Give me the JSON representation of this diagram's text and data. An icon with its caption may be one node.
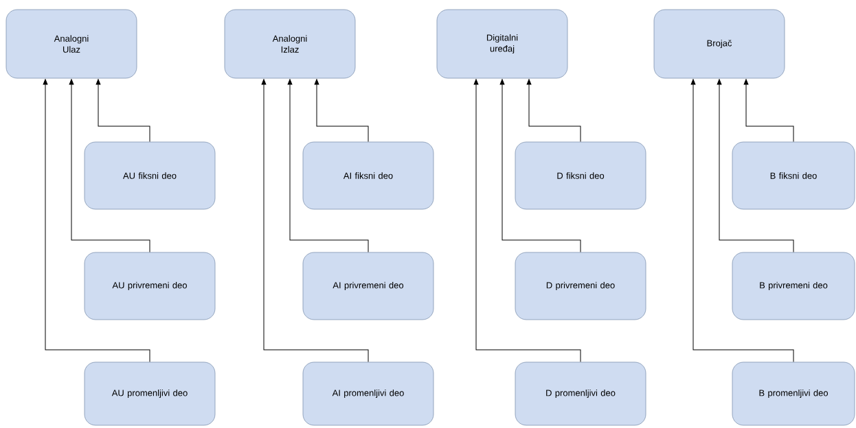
{
  "diagram": {
    "nodes": [
      {
        "text": [
          "Analogni Ulaz"
        ]
      },
      {
        "text": [
          "Analogni Izlaz"
        ]
      },
      {
        "text": [
          "Digitalni uređaj"
        ]
      },
      {
        "text": [
          "Brojač"
        ]
      },
      {
        "text": [
          "AU fiksni deo"
        ]
      },
      {
        "text": [
          "AI fiksni deo"
        ]
      },
      {
        "text": [
          "D fiksni deo"
        ]
      },
      {
        "text": [
          "B fiksni deo"
        ]
      },
      {
        "text": [
          "AU privremeni deo"
        ]
      },
      {
        "text": [
          "AI privremeni deo"
        ]
      },
      {
        "text": [
          "D privremeni deo"
        ]
      },
      {
        "text": [
          "B privremeni deo"
        ]
      },
      {
        "text": [
          "AU promenljivi deo"
        ]
      },
      {
        "text": [
          "AI promenljivi deo"
        ]
      },
      {
        "text": [
          "D promenljivi deo"
        ]
      },
      {
        "text": [
          "B promenljivi deo"
        ]
      }
    ],
    "edges": [
      {
        "from": 4,
        "to": 0,
        "arrow": "to"
      },
      {
        "from": 8,
        "to": 0,
        "arrow": "to"
      },
      {
        "from": 12,
        "to": 0,
        "arrow": "to"
      },
      {
        "from": 5,
        "to": 1,
        "arrow": "to"
      },
      {
        "from": 9,
        "to": 1,
        "arrow": "to"
      },
      {
        "from": 13,
        "to": 1,
        "arrow": "to"
      },
      {
        "from": 6,
        "to": 2,
        "arrow": "to"
      },
      {
        "from": 10,
        "to": 2,
        "arrow": "to"
      },
      {
        "from": 14,
        "to": 2,
        "arrow": "to"
      },
      {
        "from": 7,
        "to": 3,
        "arrow": "to"
      },
      {
        "from": 11,
        "to": 3,
        "arrow": "to"
      },
      {
        "from": 15,
        "to": 3,
        "arrow": "to"
      }
    ]
  }
}
